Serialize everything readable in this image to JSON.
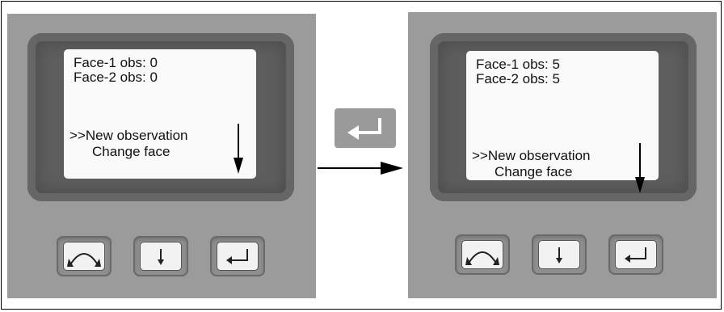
{
  "left_device": {
    "screen": {
      "line1": "Face-1 obs: 0",
      "line2": "Face-2 obs: 0",
      "line3": ">>New observation",
      "line4": "Change face"
    },
    "keys": [
      "face-change-key",
      "scroll-down-key",
      "enter-key"
    ]
  },
  "right_device": {
    "screen": {
      "line1": "Face-1 obs: 5",
      "line2": "Face-2 obs: 5",
      "line3": ">>New observation",
      "line4": "Change face"
    },
    "keys": [
      "face-change-key",
      "scroll-down-key",
      "enter-key"
    ]
  },
  "transition": {
    "key_icon": "enter-icon",
    "arrow_icon": "right-arrow-icon"
  },
  "colors": {
    "panel": "#9b9b9b",
    "bezel": "#5e5e5e",
    "screen": "#fafafa",
    "key_face": "#f2f2f2"
  }
}
